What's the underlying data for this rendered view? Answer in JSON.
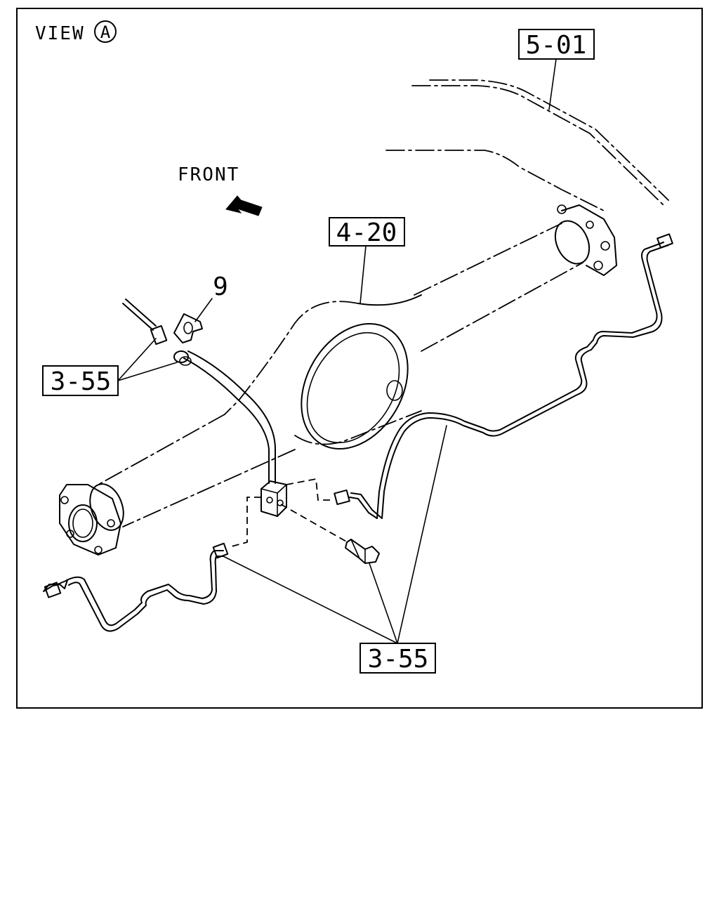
{
  "view": {
    "text": "VIEW",
    "circle_letter": "A"
  },
  "direction_label": "FRONT",
  "callouts": [
    {
      "id": "5-01",
      "text": "5-01"
    },
    {
      "id": "4-20",
      "text": "4-20"
    },
    {
      "id": "9",
      "text": "9"
    },
    {
      "id": "3-55-left",
      "text": "3-55"
    },
    {
      "id": "3-55-bottom",
      "text": "3-55"
    }
  ]
}
